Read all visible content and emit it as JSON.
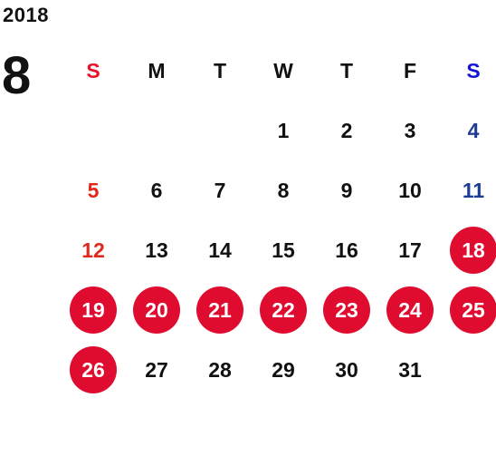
{
  "calendar": {
    "year": "2018",
    "month": "8",
    "weekdays": [
      "S",
      "M",
      "T",
      "W",
      "T",
      "F",
      "S"
    ],
    "colors": {
      "sunday_header": "#e8102a",
      "saturday_header": "#1414d8",
      "sunday_day": "#e0281c",
      "saturday_day": "#1e3c96",
      "highlight_circle": "#e00c30",
      "text": "#111111"
    },
    "first_weekday_index": 3,
    "days": [
      {
        "n": "1",
        "highlight": false
      },
      {
        "n": "2",
        "highlight": false
      },
      {
        "n": "3",
        "highlight": false
      },
      {
        "n": "4",
        "highlight": false
      },
      {
        "n": "5",
        "highlight": false
      },
      {
        "n": "6",
        "highlight": false
      },
      {
        "n": "7",
        "highlight": false
      },
      {
        "n": "8",
        "highlight": false
      },
      {
        "n": "9",
        "highlight": false
      },
      {
        "n": "10",
        "highlight": false
      },
      {
        "n": "11",
        "highlight": false
      },
      {
        "n": "12",
        "highlight": false
      },
      {
        "n": "13",
        "highlight": false
      },
      {
        "n": "14",
        "highlight": false
      },
      {
        "n": "15",
        "highlight": false
      },
      {
        "n": "16",
        "highlight": false
      },
      {
        "n": "17",
        "highlight": false
      },
      {
        "n": "18",
        "highlight": true
      },
      {
        "n": "19",
        "highlight": true
      },
      {
        "n": "20",
        "highlight": true
      },
      {
        "n": "21",
        "highlight": true
      },
      {
        "n": "22",
        "highlight": true
      },
      {
        "n": "23",
        "highlight": true
      },
      {
        "n": "24",
        "highlight": true
      },
      {
        "n": "25",
        "highlight": true
      },
      {
        "n": "26",
        "highlight": true
      },
      {
        "n": "27",
        "highlight": false
      },
      {
        "n": "28",
        "highlight": false
      },
      {
        "n": "29",
        "highlight": false
      },
      {
        "n": "30",
        "highlight": false
      },
      {
        "n": "31",
        "highlight": false
      }
    ]
  }
}
